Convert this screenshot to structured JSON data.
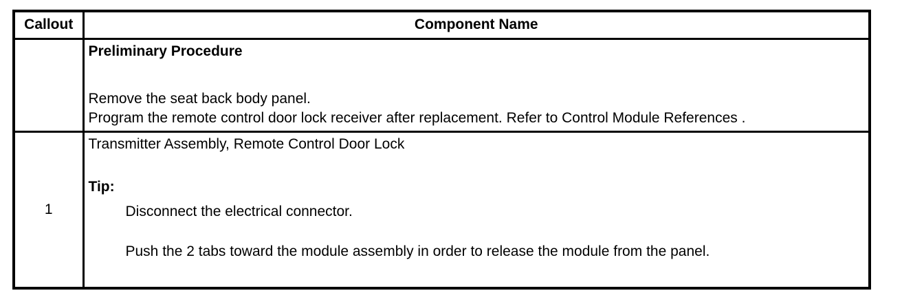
{
  "document": {
    "colors": {
      "background": "#ffffff",
      "border": "#000000",
      "text": "#000000"
    },
    "table": {
      "header": {
        "callout_label": "Callout",
        "component_label": "Component Name"
      },
      "preliminary_row": {
        "callout": "",
        "heading": "Preliminary Procedure",
        "lines": [
          "Remove the seat back body panel.",
          "Program the remote control door lock receiver after replacement. Refer to Control Module References ."
        ]
      },
      "component_row": {
        "callout": "1",
        "component_name": "Transmitter Assembly, Remote Control Door Lock",
        "tip_label": "Tip:",
        "tip_steps": [
          "Disconnect the electrical connector.",
          "Push the 2 tabs toward the module assembly in order to release the module from the panel."
        ]
      }
    }
  }
}
